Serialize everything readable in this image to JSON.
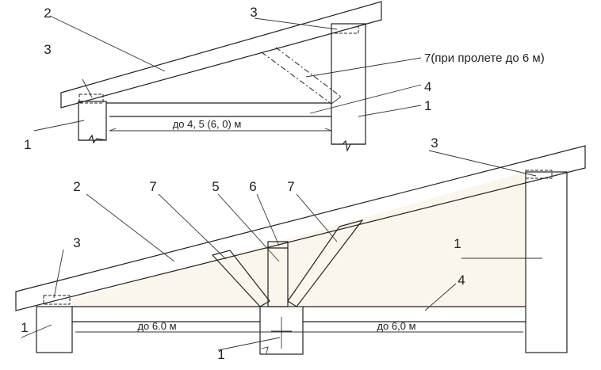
{
  "colors": {
    "rafter": "#f5eeb4",
    "post": "#f3e2de",
    "infill": "#fbf6ec",
    "line": "#222222"
  },
  "top_diagram": {
    "labels": {
      "rafter": "2",
      "mauerlat_top": "3",
      "mauerlat_left": "3",
      "strut": "7(при пролете до 6 м)",
      "beam": "4",
      "post_right": "1",
      "post_left": "1"
    },
    "span": "до 4, 5 (6, 0) м"
  },
  "bottom_diagram": {
    "labels": {
      "rafter": "2",
      "strut_left": "7",
      "post_mid": "5",
      "block": "6",
      "strut_right": "7",
      "mauerlat_top": "3",
      "mauerlat_left": "3",
      "post_right": "1",
      "beam": "4",
      "post_left": "1",
      "post_bottom": "1"
    },
    "span_left": "до 6.0 м",
    "span_right": "до 6,0 м"
  }
}
